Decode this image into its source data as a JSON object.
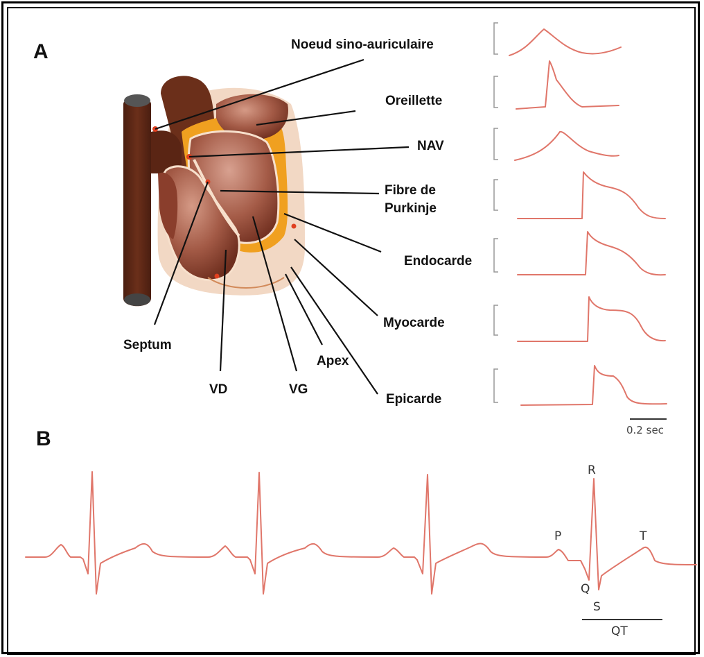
{
  "panels": {
    "a": "A",
    "b": "B"
  },
  "labels": {
    "sinoatrial": "Noeud sino-auriculaire",
    "atrium": "Oreillette",
    "avnode": "NAV",
    "purkinje_line1": "Fibre de",
    "purkinje_line2": "Purkinje",
    "endocardium": "Endocarde",
    "myocardium": "Myocarde",
    "epicardium": "Epicarde",
    "apex": "Apex",
    "septum": "Septum",
    "rv": "VD",
    "lv": "VG"
  },
  "scale_bar": "0.2 sec",
  "ecg_labels": {
    "p": "P",
    "q": "Q",
    "r": "R",
    "s": "S",
    "t": "T",
    "qt": "QT"
  },
  "colors": {
    "trace": "#e0766a",
    "heart_dark": "#5a2514",
    "heart_muscle": "#9a4a3a",
    "conduction": "#f0a020"
  }
}
